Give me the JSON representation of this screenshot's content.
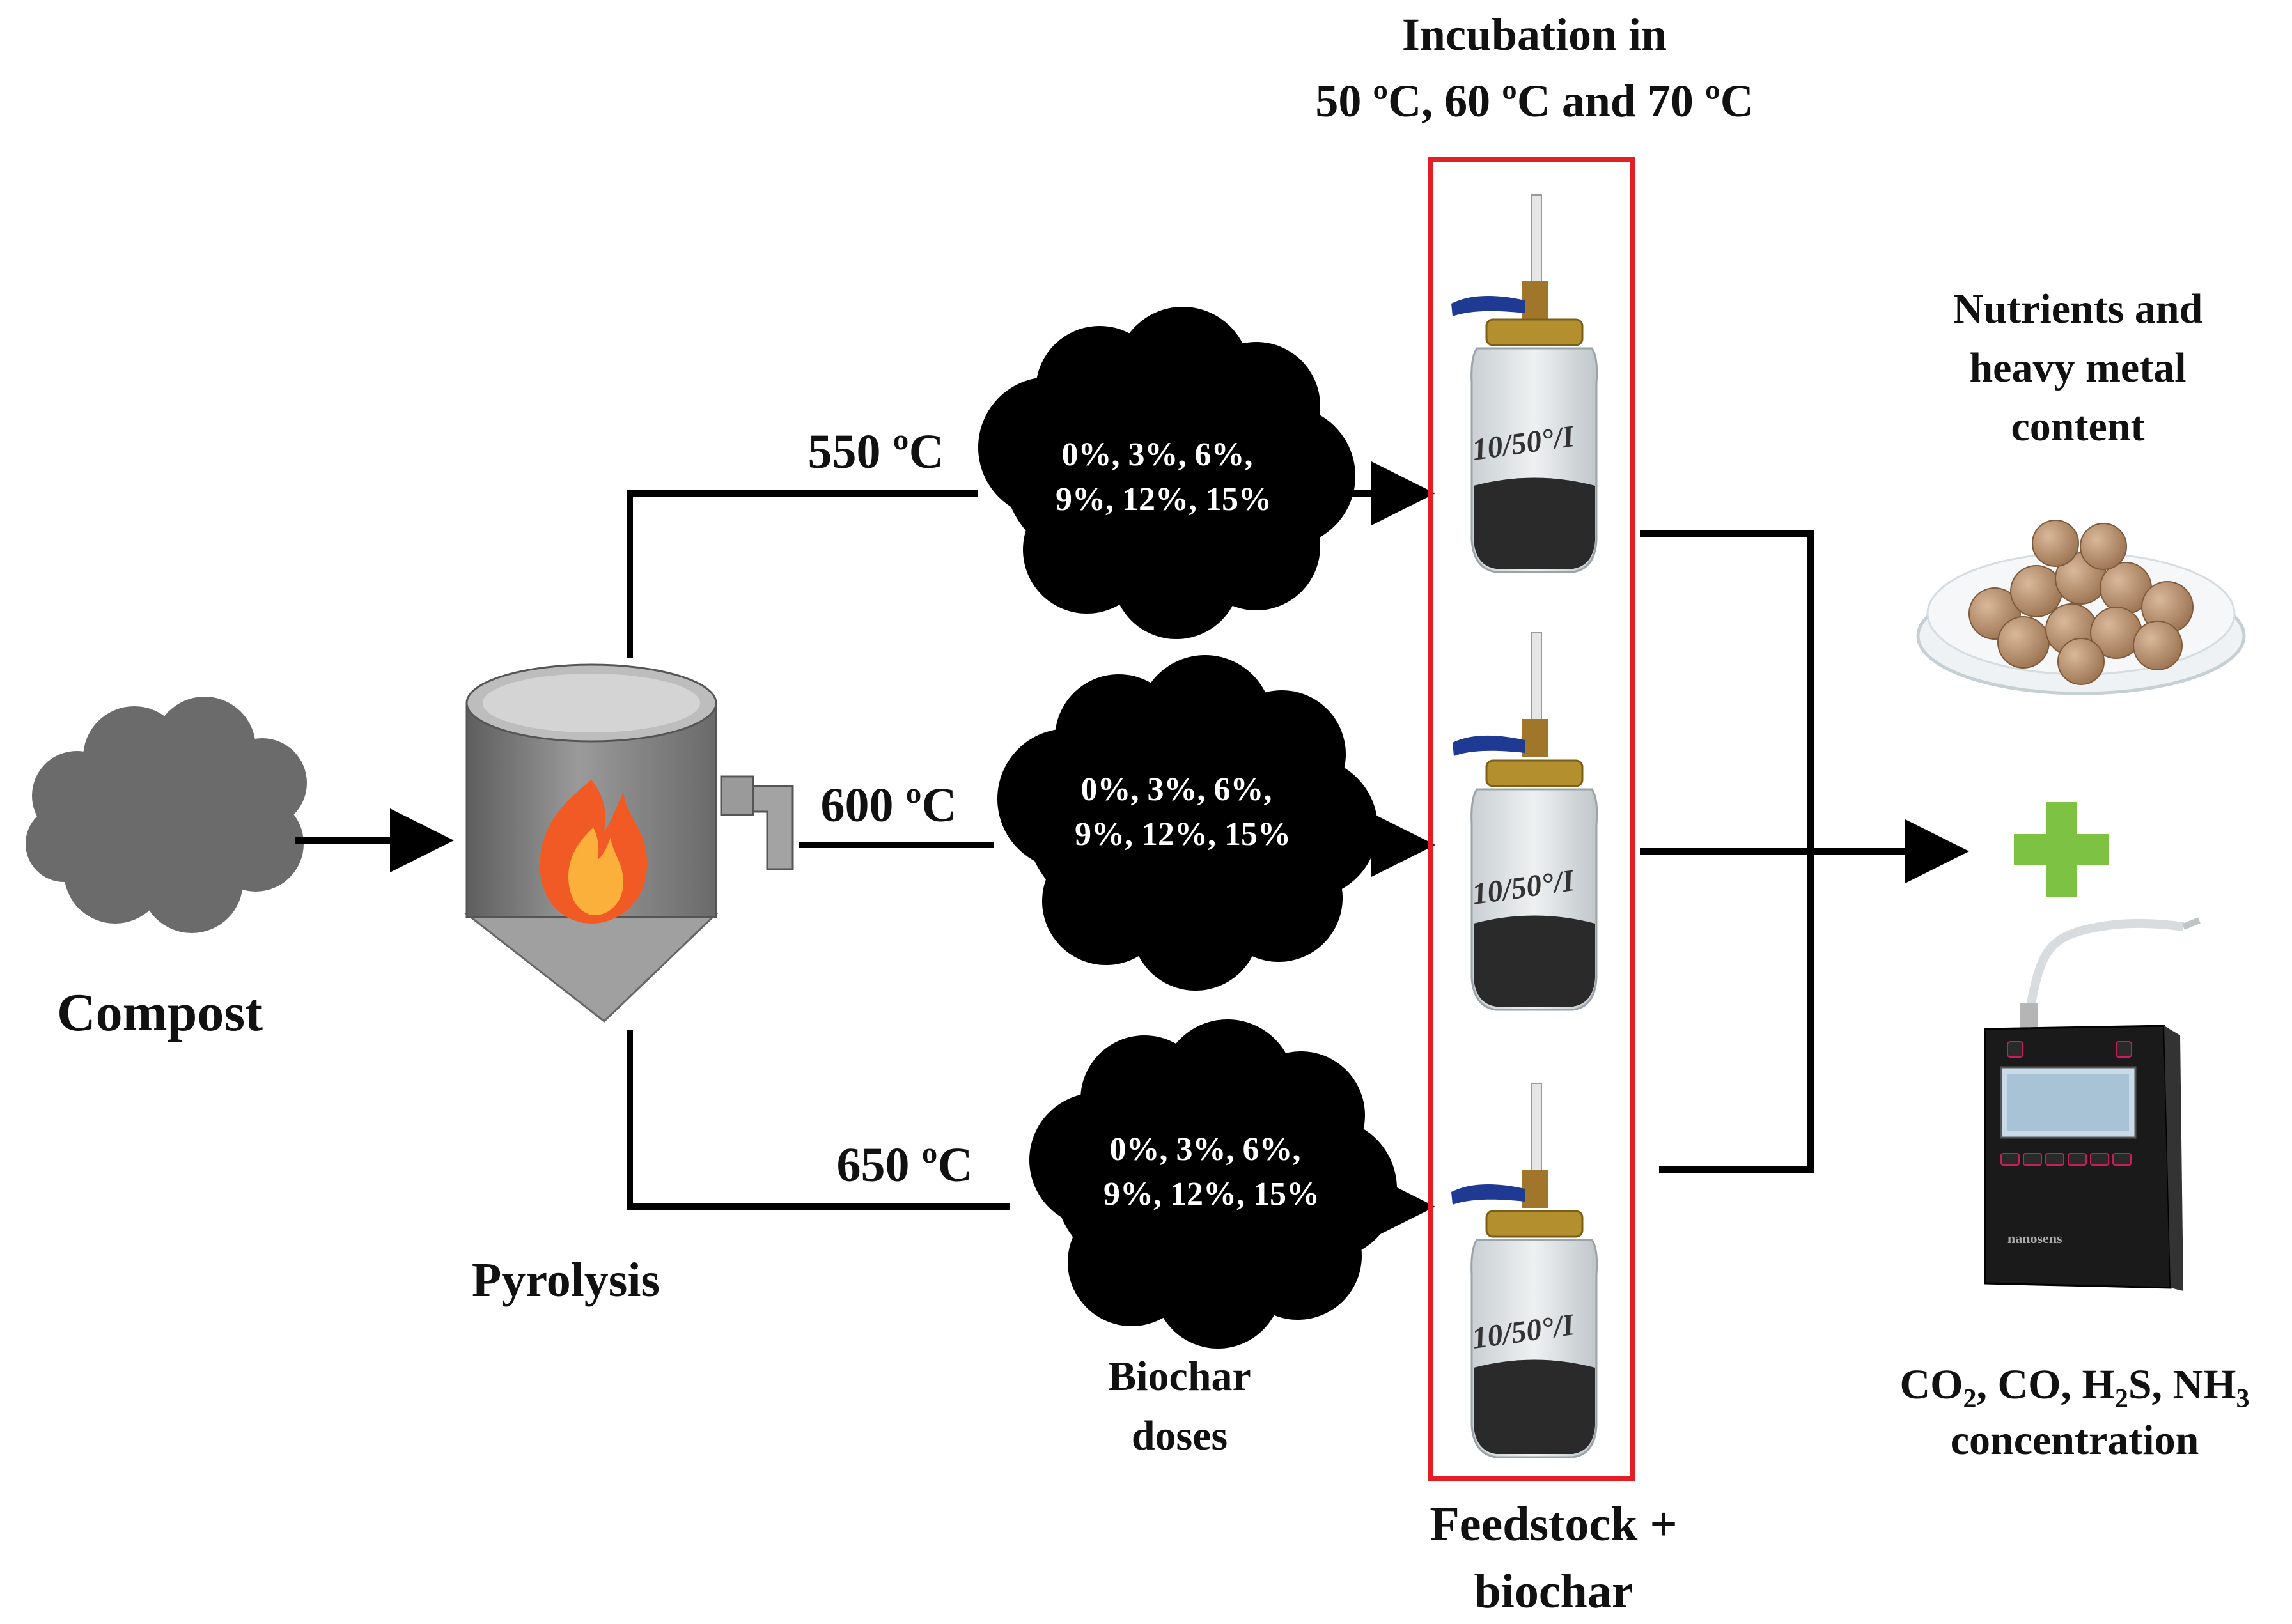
{
  "incubation": {
    "line1": "Incubation in",
    "line2": "50 ºC, 60 ºC and 70 ºC"
  },
  "compost": {
    "label": "Compost"
  },
  "pyrolysis": {
    "label": "Pyrolysis"
  },
  "temperatures": [
    {
      "label": "550 ºC"
    },
    {
      "label": "600 ºC"
    },
    {
      "label": "650 ºC"
    }
  ],
  "doses": {
    "line1": "0%, 3%, 6%,",
    "line2": "9%, 12%, 15%"
  },
  "biochar_doses": {
    "line1": "Biochar",
    "line2": "doses"
  },
  "jar_label": "10/50°/I",
  "feedstock": {
    "line1": "Feedstock +",
    "line2": "biochar"
  },
  "nutrients": {
    "line1": "Nutrients and",
    "line2": "heavy metal",
    "line3": "content"
  },
  "gases": {
    "co2": "CO",
    "co2_sub": "2",
    "co": ", CO, H",
    "h2s_sub": "2",
    "s": "S, NH",
    "nh3_sub": "3",
    "line2": "concentration"
  },
  "device_brand": "nanosens",
  "colors": {
    "arrow": "#000000",
    "incubation_box": "#e41e25",
    "plus_sign": "#7dc242",
    "compost_cloud": "#6b6b6b",
    "biochar_cloud": "#000000",
    "reactor_body": "#7f7f7f",
    "flame_outer": "#f15a24",
    "flame_inner": "#fbb03b"
  }
}
